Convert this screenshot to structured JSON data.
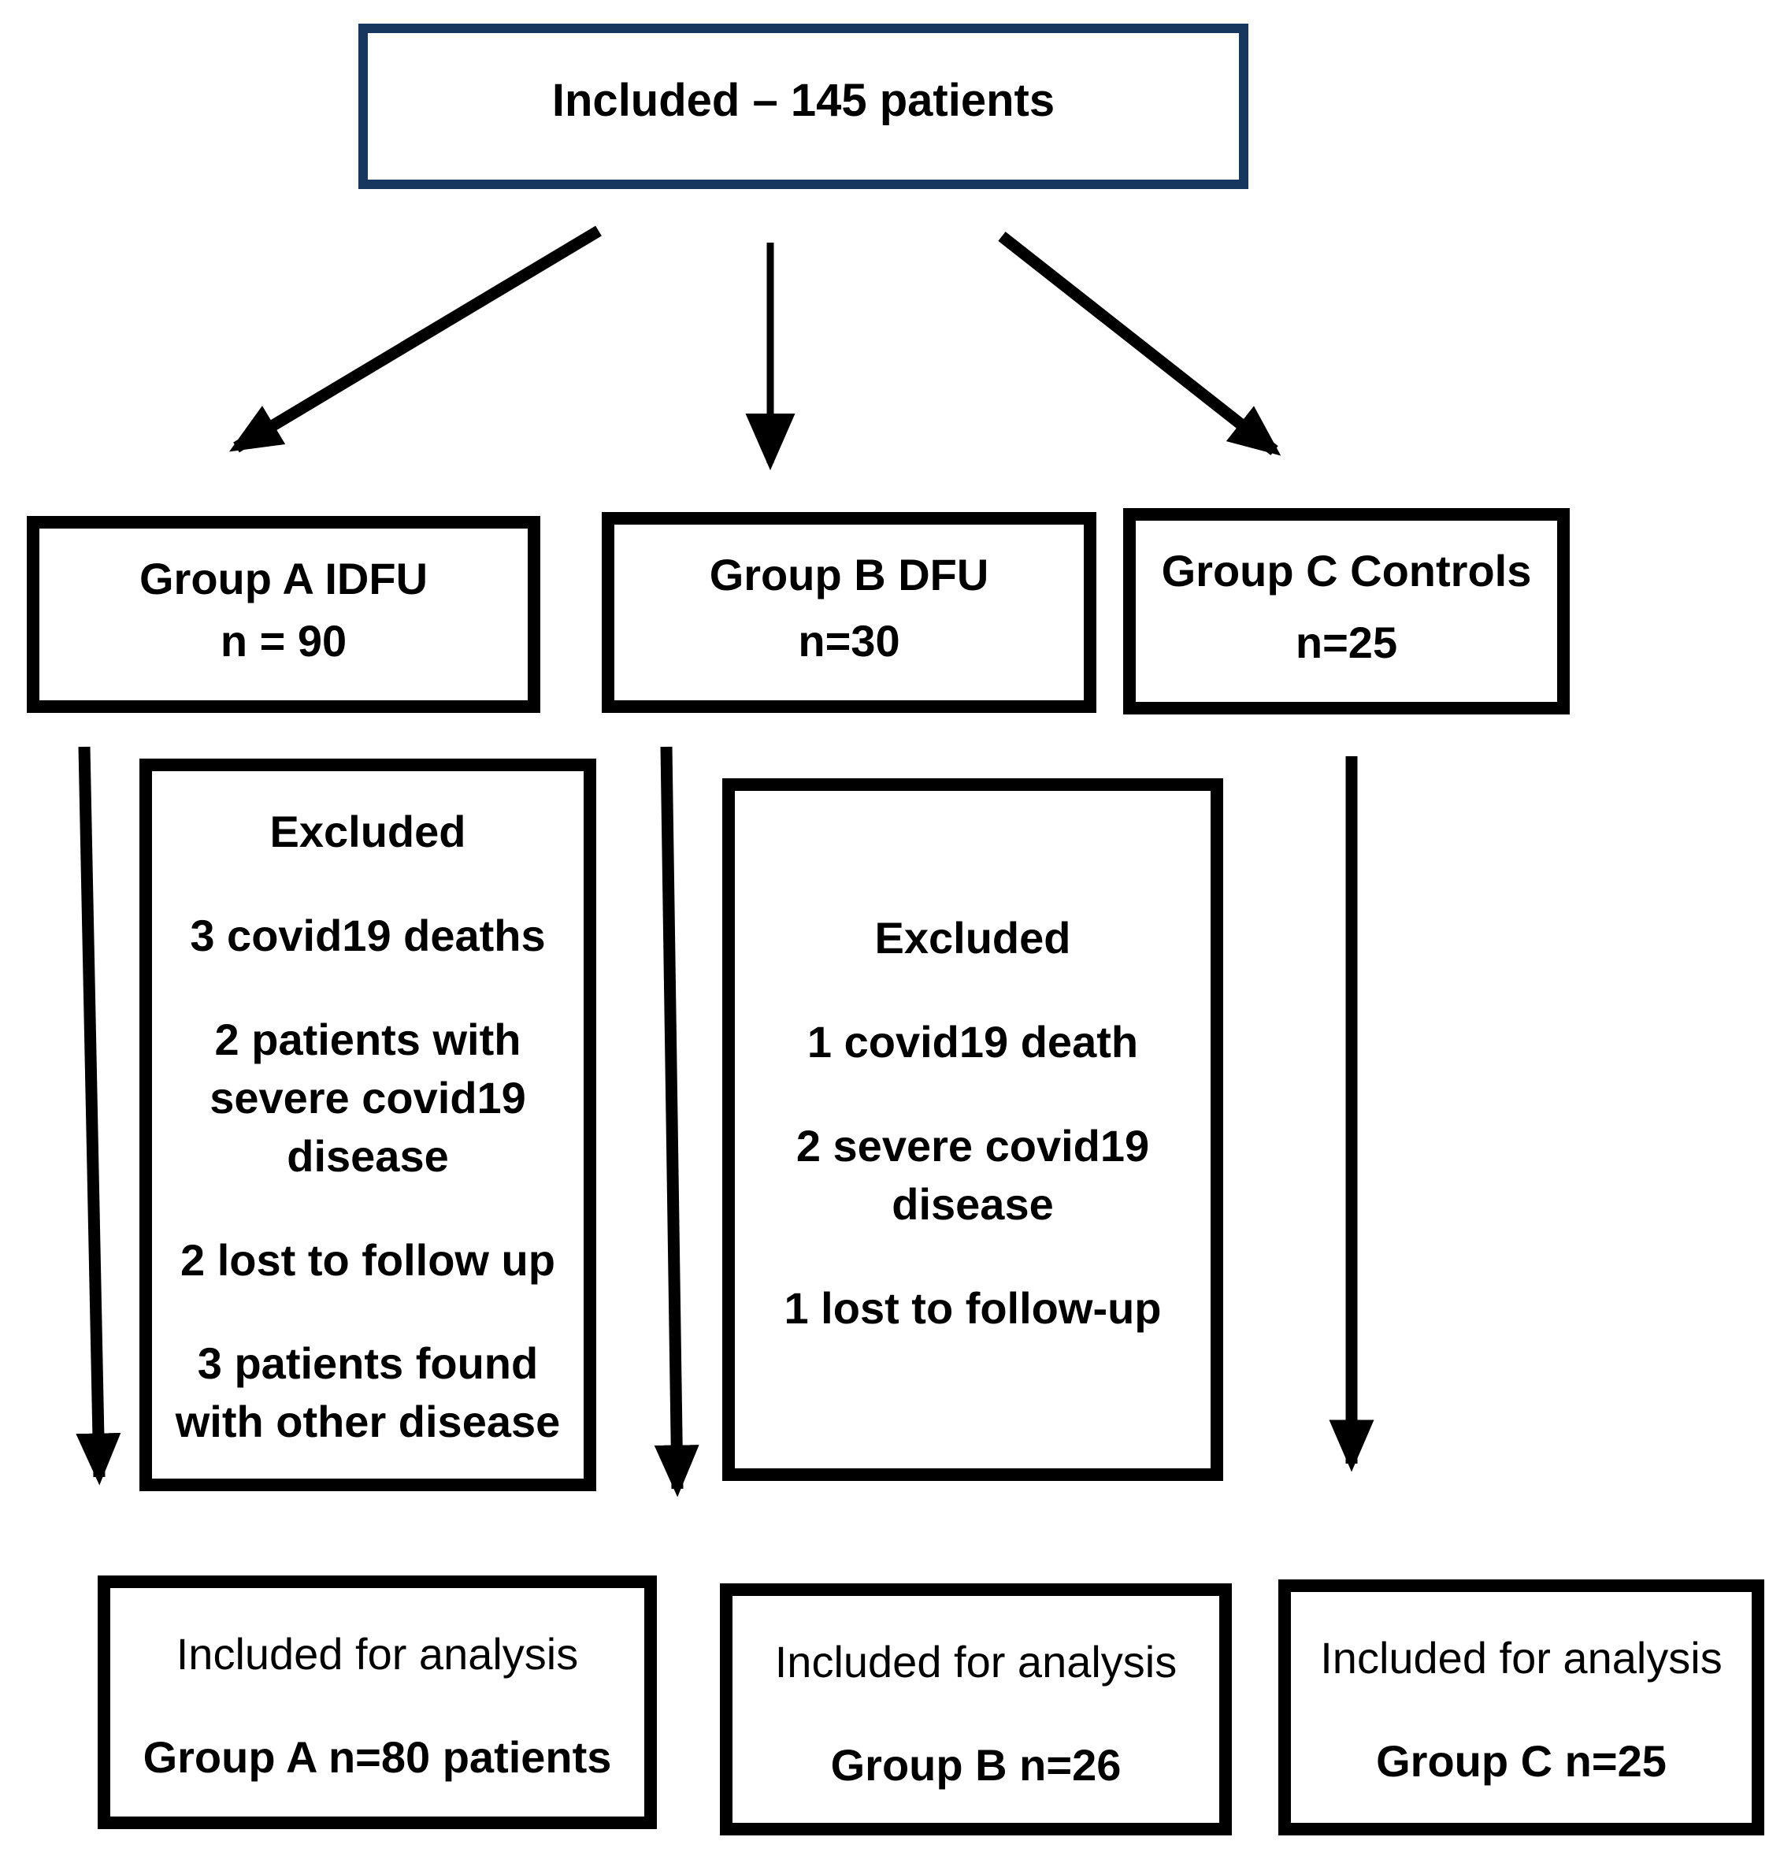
{
  "diagram": {
    "type": "patient-flow",
    "top": {
      "label": "Included – 145 patients"
    },
    "groups": [
      {
        "title": "Group A IDFU",
        "n": "n = 90"
      },
      {
        "title": "Group B DFU",
        "n": "n=30"
      },
      {
        "title": "Group C Controls",
        "n": "n=25"
      }
    ],
    "excluded_a": {
      "title": "Excluded",
      "items": [
        "3 covid19 deaths",
        "2 patients with severe covid19 disease",
        "2 lost to follow up",
        "3 patients found with other disease"
      ]
    },
    "excluded_b": {
      "title": "Excluded",
      "items": [
        "1 covid19 death",
        "2 severe covid19 disease",
        "1 lost to follow-up"
      ]
    },
    "analysis": [
      {
        "line1": "Included for analysis",
        "line2": "Group A n=80 patients"
      },
      {
        "line1": "Included for analysis",
        "line2": "Group B n=26"
      },
      {
        "line1": "Included for analysis",
        "line2": "Group C n=25"
      }
    ],
    "edges": [
      "top -> group-a",
      "top -> group-b",
      "top -> group-c",
      "group-a -> analysis-a",
      "group-b -> analysis-b",
      "group-c -> analysis-c"
    ]
  },
  "colors": {
    "top_border": "#17375E",
    "box_border": "#000000",
    "arrow": "#000000"
  }
}
